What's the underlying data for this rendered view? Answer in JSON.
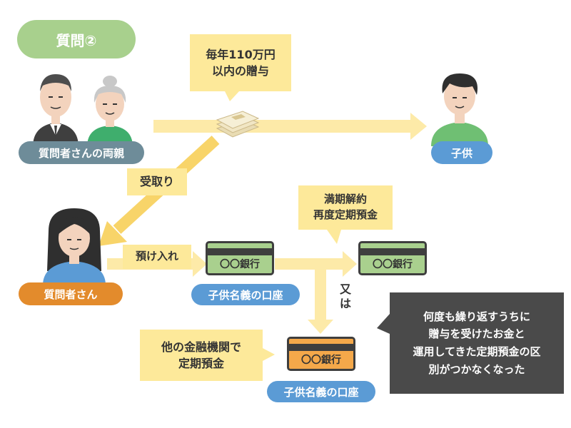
{
  "title": "質問②",
  "gift_note": [
    "毎年110万円",
    "以内の贈与"
  ],
  "receive_note": "受取り",
  "deposit_note": "預け入れ",
  "renew_note": [
    "満期解約",
    "再度定期預金"
  ],
  "or_label": [
    "又",
    "は"
  ],
  "other_bank_note": [
    "他の金融機関で",
    "定期預金"
  ],
  "summary_box": [
    "何度も繰り返すうちに",
    "贈与を受けたお金と",
    "運用してきた定期預金の区",
    "別がつかなくなった"
  ],
  "persons": {
    "parents": "質問者さんの両親",
    "child": "子供",
    "questioner": "質問者さん"
  },
  "accounts": {
    "account_label": "子供名義の口座",
    "bank_label": "〇〇銀行"
  },
  "colors": {
    "title_green": "#a8d08d",
    "parents_gray": "#6e8c99",
    "child_blue": "#5b9bd5",
    "questioner_orange": "#e38b2c",
    "arrow_yellow": "#fdeaa8",
    "arrow_dark_yellow": "#f8d469",
    "card_green": "#a9d08e",
    "card_orange": "#f4a84a",
    "summary_bg": "#4a4a4a"
  }
}
